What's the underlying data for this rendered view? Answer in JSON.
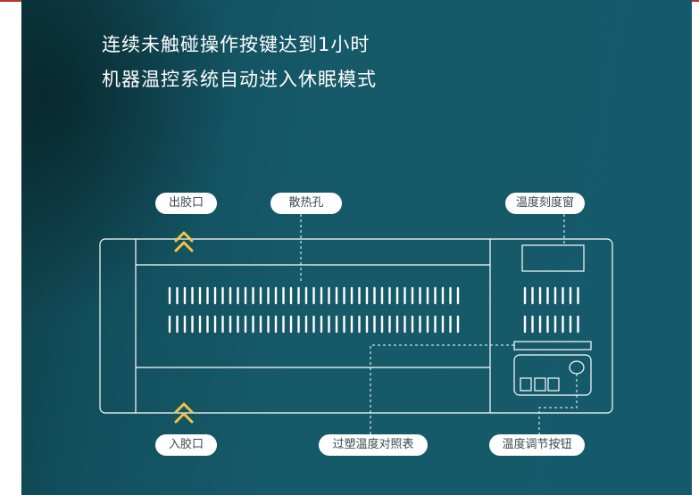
{
  "headline": {
    "line1": "连续未触碰操作按键达到1小时",
    "line2": "机器温控系统自动进入休眠模式"
  },
  "labels": {
    "glue_out": "出胶口",
    "vents": "散热孔",
    "temp_window": "温度刻度窗",
    "glue_in": "入胶口",
    "temp_chart": "过塑温度对照表",
    "temp_knob": "温度调节按钮"
  },
  "colors": {
    "panel_bg": "#155a6b",
    "line": "#ffffff",
    "arrow": "#f5c542",
    "top_border": "#b8342c"
  },
  "icons": {
    "out_arrow": "double-chevron-up-icon",
    "in_arrow": "double-chevron-up-icon"
  }
}
